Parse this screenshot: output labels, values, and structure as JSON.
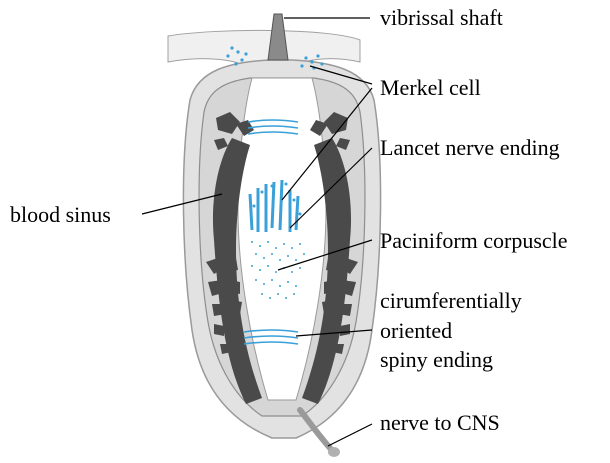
{
  "labels": {
    "vibrissal_shaft": "vibrissal shaft",
    "merkel_cell": "Merkel cell",
    "lancet": "Lancet nerve ending",
    "blood_sinus": "blood sinus",
    "paciniform": "Paciniform corpuscle",
    "circ_line1": "cirumferentially",
    "circ_line2": "oriented",
    "circ_line3": "spiny ending",
    "nerve": "nerve to CNS"
  },
  "colors": {
    "capsule": "#d9d9d9",
    "inner": "#ffffff",
    "tissue": "#555555",
    "nerve_blue": "#3aa0d8",
    "outline": "#9a9a9a"
  }
}
